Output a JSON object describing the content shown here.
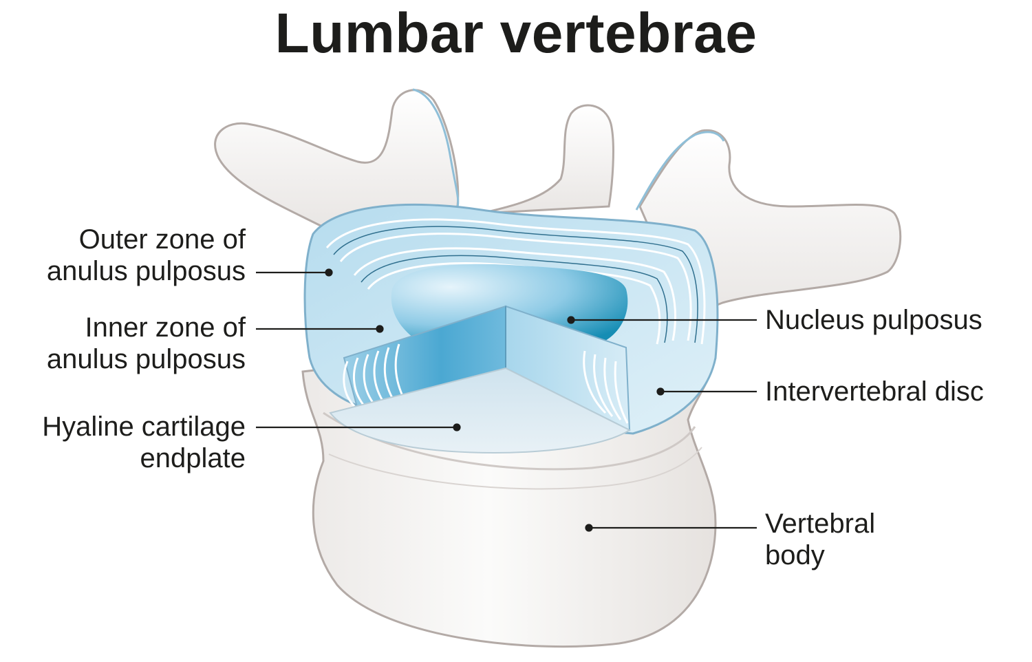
{
  "title": "Lumbar vertebrae",
  "labels": {
    "outer_zone": [
      "Outer zone of",
      "anulus pulposus"
    ],
    "inner_zone": [
      "Inner zone of",
      "anulus pulposus"
    ],
    "hyaline": [
      "Hyaline cartilage",
      "endplate"
    ],
    "nucleus": "Nucleus pulposus",
    "disc": "Intervertebral disc",
    "vertebral_body": [
      "Vertebral",
      "body"
    ]
  },
  "colors": {
    "bone_fill": "#f2f0ef",
    "bone_outline": "#b3aaa6",
    "disc_light": "#d6ecf6",
    "disc_mid": "#a8d3ea",
    "nucleus_dark": "#1a8fb5",
    "leader": "#1d1d1b",
    "text": "#1d1d1b"
  }
}
